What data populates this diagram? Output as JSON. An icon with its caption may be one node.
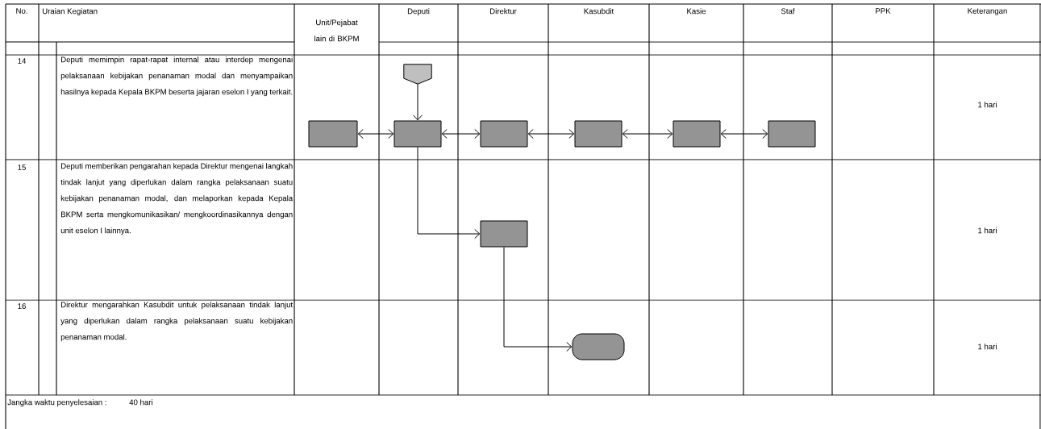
{
  "diagram": {
    "nodes": [
      {
        "text": [],
        "shape": "pentagon"
      },
      {
        "text": [],
        "shape": "box"
      },
      {
        "text": [],
        "shape": "box"
      },
      {
        "text": [],
        "shape": "box"
      },
      {
        "text": [],
        "shape": "box"
      },
      {
        "text": [],
        "shape": "box"
      },
      {
        "text": [],
        "shape": "box"
      },
      {
        "text": [],
        "shape": "box"
      },
      {
        "text": [],
        "shape": "capsule"
      }
    ],
    "edges": [
      {
        "from": 0,
        "to": 2,
        "arrow": "to"
      },
      {
        "from": 2,
        "to": 1,
        "arrow": "both"
      },
      {
        "from": 2,
        "to": 3,
        "arrow": "both"
      },
      {
        "from": 3,
        "to": 4,
        "arrow": "both"
      },
      {
        "from": 4,
        "to": 5,
        "arrow": "both"
      },
      {
        "from": 5,
        "to": 6,
        "arrow": "both"
      },
      {
        "from": 2,
        "to": 7,
        "arrow": "to"
      },
      {
        "from": 7,
        "to": 8,
        "arrow": "to"
      }
    ],
    "labels": [
      "No.",
      "Uraian Kegiatan",
      "Unit/Pejabat lain di BKPM",
      "Deputi",
      "Direktur",
      "Kasubdit",
      "Kasie",
      "Staf",
      "PPK",
      "Keterangan",
      "14",
      "Deputi memimpin rapat-rapat internal atau interdep mengenai pelaksanaan kebijakan penanaman modal dan menyampaikan hasilnya kepada Kepala BKPM beserta jajaran eselon I yang terkait.",
      "1 hari",
      "15",
      "Deputi memberikan pengarahan kepada Direktur mengenai langkah tindak lanjut yang diperlukan dalam rangka pelaksanaan suatu kebijakan penanaman modal, dan melaporkan kepada Kepala BKPM serta mengkomunikasikan/ mengkoordinasikannya dengan unit eselon I lainnya.",
      "1 hari",
      "16",
      "Direktur mengarahkan Kasubdit untuk pelaksanaan tindak lanjut yang diperlukan dalam rangka pelaksanaan suatu kebijakan penanaman modal.",
      "1 hari",
      "Jangka waktu penyelesaian :",
      "40 hari"
    ]
  }
}
